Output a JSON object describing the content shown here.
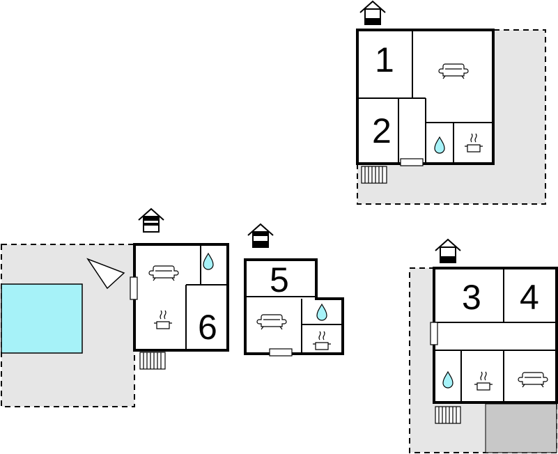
{
  "floorplan": {
    "rooms": {
      "r1": "1",
      "r2": "2",
      "r3": "3",
      "r4": "4",
      "r5": "5",
      "r6": "6"
    },
    "colors": {
      "terrace": "#e6e6e6",
      "parking": "#c8c8c8",
      "pool": "#a6f2f8",
      "water": "#a6f2f8",
      "wall": "#000000"
    },
    "icons": [
      "sofa-icon",
      "water-drop-icon",
      "cooking-pot-icon",
      "house-entrance-icon",
      "radiator-icon",
      "window-icon",
      "sunbed-icon"
    ]
  }
}
